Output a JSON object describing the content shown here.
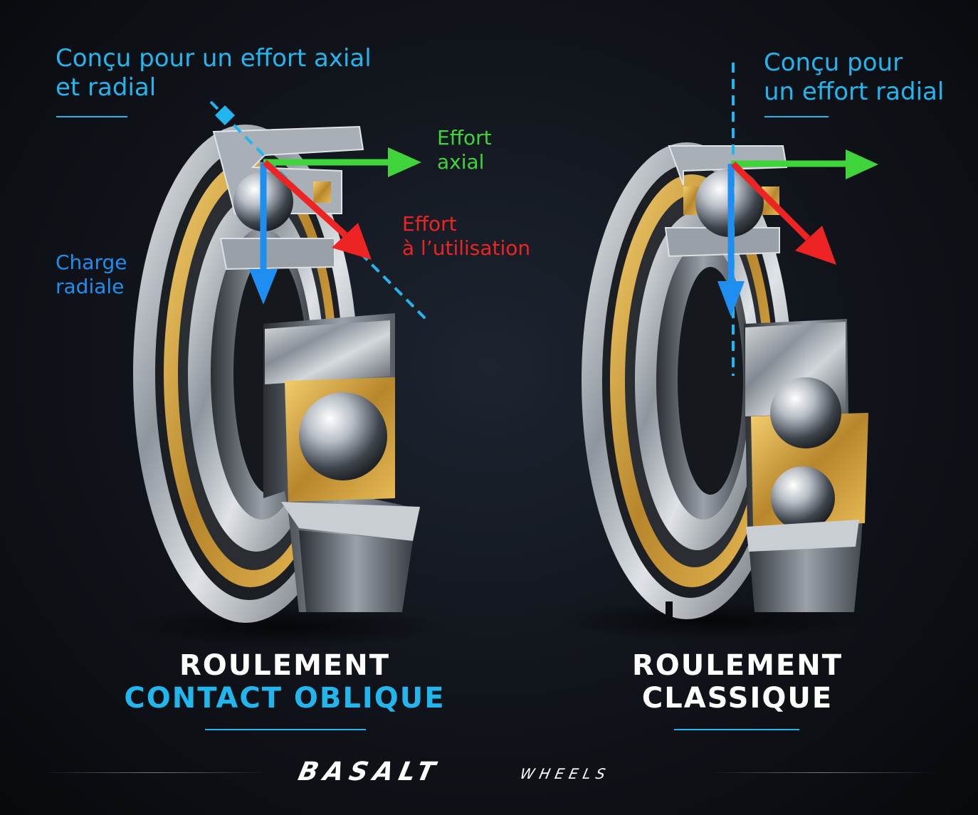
{
  "left_bearing": {
    "heading": [
      "Conçu pour un effort axial",
      "et radial"
    ],
    "axial_label": [
      "Effort",
      "axial"
    ],
    "use_label": [
      "Effort",
      "à l’utilisation"
    ],
    "radial_label": [
      "Charge",
      "radiale"
    ],
    "name": [
      "ROULEMENT",
      "CONTACT OBLIQUE"
    ]
  },
  "right_bearing": {
    "heading": [
      "Conçu pour",
      "un effort radial"
    ],
    "name": [
      "ROULEMENT",
      "CLASSIQUE"
    ]
  },
  "brand": {
    "logo_main": "BASALT",
    "logo_sub": "WHEELS"
  },
  "colors": {
    "accent_cyan": "#22b6ef",
    "axial_green": "#3fd43b",
    "use_red": "#ee2424",
    "radial_blue": "#1e8ff0",
    "cage_gold": "#d6a640",
    "steel": "#b9c0c8"
  }
}
